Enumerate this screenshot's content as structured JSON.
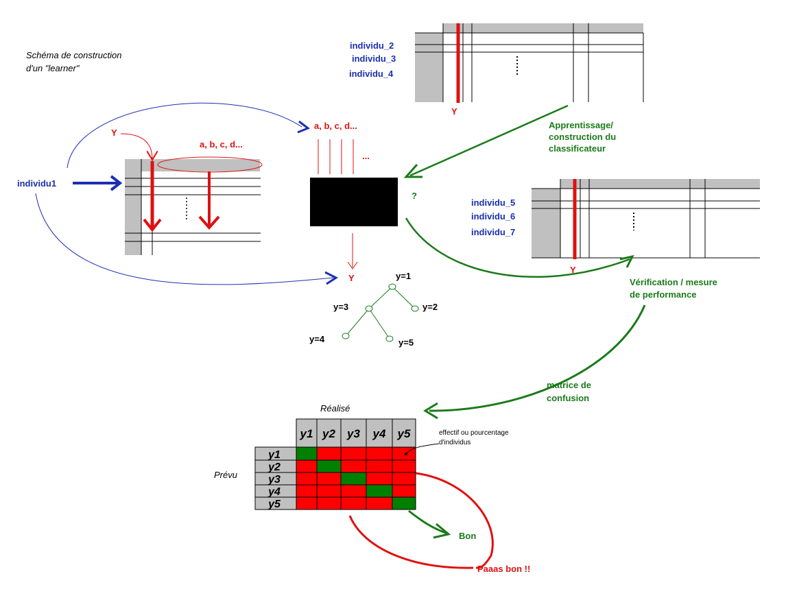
{
  "title": {
    "line1": "Schéma de construction",
    "line2": "d'un \"learner\""
  },
  "left_table": {
    "target": "Y",
    "features": "a, b, c, d...",
    "row_label": "individu1"
  },
  "learner": {
    "inputs": "a, b, c, d...",
    "inputs_more": "...",
    "output": "Y",
    "question": "?"
  },
  "tree": {
    "nodes": [
      "y=1",
      "y=3",
      "y=2",
      "y=4",
      "y=5"
    ]
  },
  "train_table": {
    "rows": [
      "individu_2",
      "individu_3",
      "individu_4"
    ],
    "target": "Y",
    "caption": [
      "Apprentissage/",
      "construction du",
      "classificateur"
    ]
  },
  "test_table": {
    "rows": [
      "individu_5",
      "individu_6",
      "individu_7"
    ],
    "target": "Y",
    "caption": [
      "Vérification / mesure",
      "de performance"
    ]
  },
  "confusion": {
    "caption": [
      "matrice de",
      "confusion"
    ],
    "col_title": "Réalisé",
    "row_title": "Prévu",
    "cols": [
      "y1",
      "y2",
      "y3",
      "y4",
      "y5"
    ],
    "rows": [
      "y1",
      "y2",
      "y3",
      "y4",
      "y5"
    ],
    "note": [
      "effectif ou pourcentage",
      "d'individus"
    ],
    "good": "Bon",
    "bad": "Paaas bon !!",
    "colors": {
      "diag": "#008000",
      "off": "#ff0000",
      "header": "#c0c0c0"
    }
  }
}
